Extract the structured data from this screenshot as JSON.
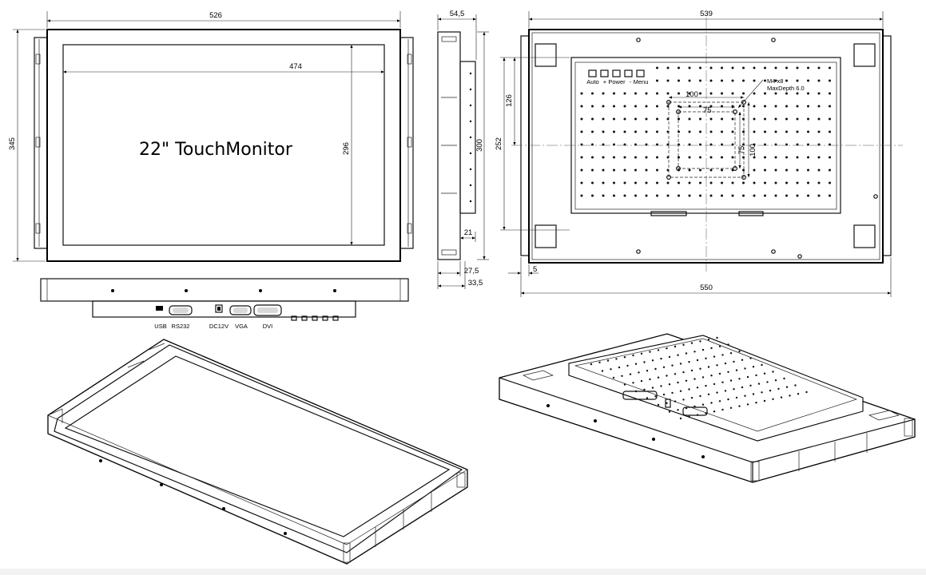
{
  "title": "22\" TouchMonitor",
  "dimensions": {
    "front_width": "526",
    "front_height": "345",
    "screen_width": "474",
    "screen_height": "296",
    "side_depth": "54,5",
    "side_height": "300",
    "side_offset": "21",
    "side_depth_inner": "27,5",
    "side_depth_outer": "33,5",
    "back_width_top": "539",
    "back_width_bottom": "550",
    "back_height": "252",
    "back_half_height": "126",
    "back_edge": "5",
    "vesa_100_h": "100",
    "vesa_75_h": "75",
    "vesa_75_v": "75",
    "vesa_100_v": "100"
  },
  "annotations": {
    "screw_spec": "M4 x8",
    "screw_depth": "MaxDepth 6.0"
  },
  "connectors": [
    "USB",
    "RS232",
    "DC12V",
    "VGA",
    "DVI"
  ],
  "osd_buttons": [
    "Auto",
    "+",
    "Power",
    "-",
    "Menu"
  ]
}
